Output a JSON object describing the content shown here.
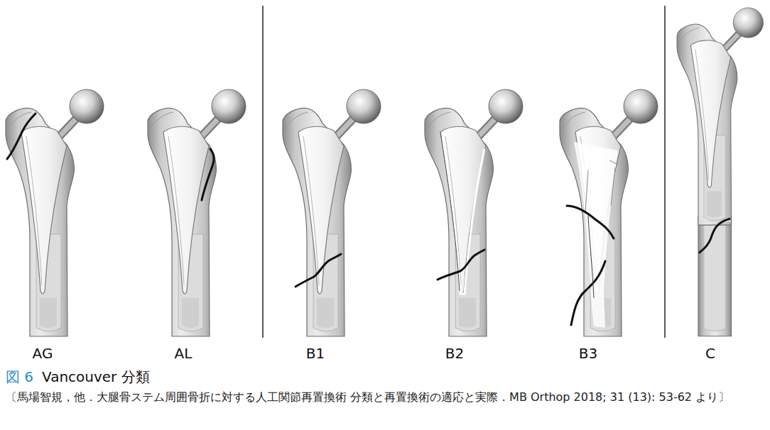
{
  "diagram": {
    "title": "Vancouver 分類",
    "caption": "〔馬場智規，他．大腿骨ステム周囲骨折に対する人工関節再置換術 分類と再置換術の適応と実際．MB Orthop 2018; 31 (13): 53-62 より〕",
    "labels": [
      "AG",
      "AL",
      "B1",
      "B2",
      "B3",
      "C",
      "図 6"
    ]
  }
}
